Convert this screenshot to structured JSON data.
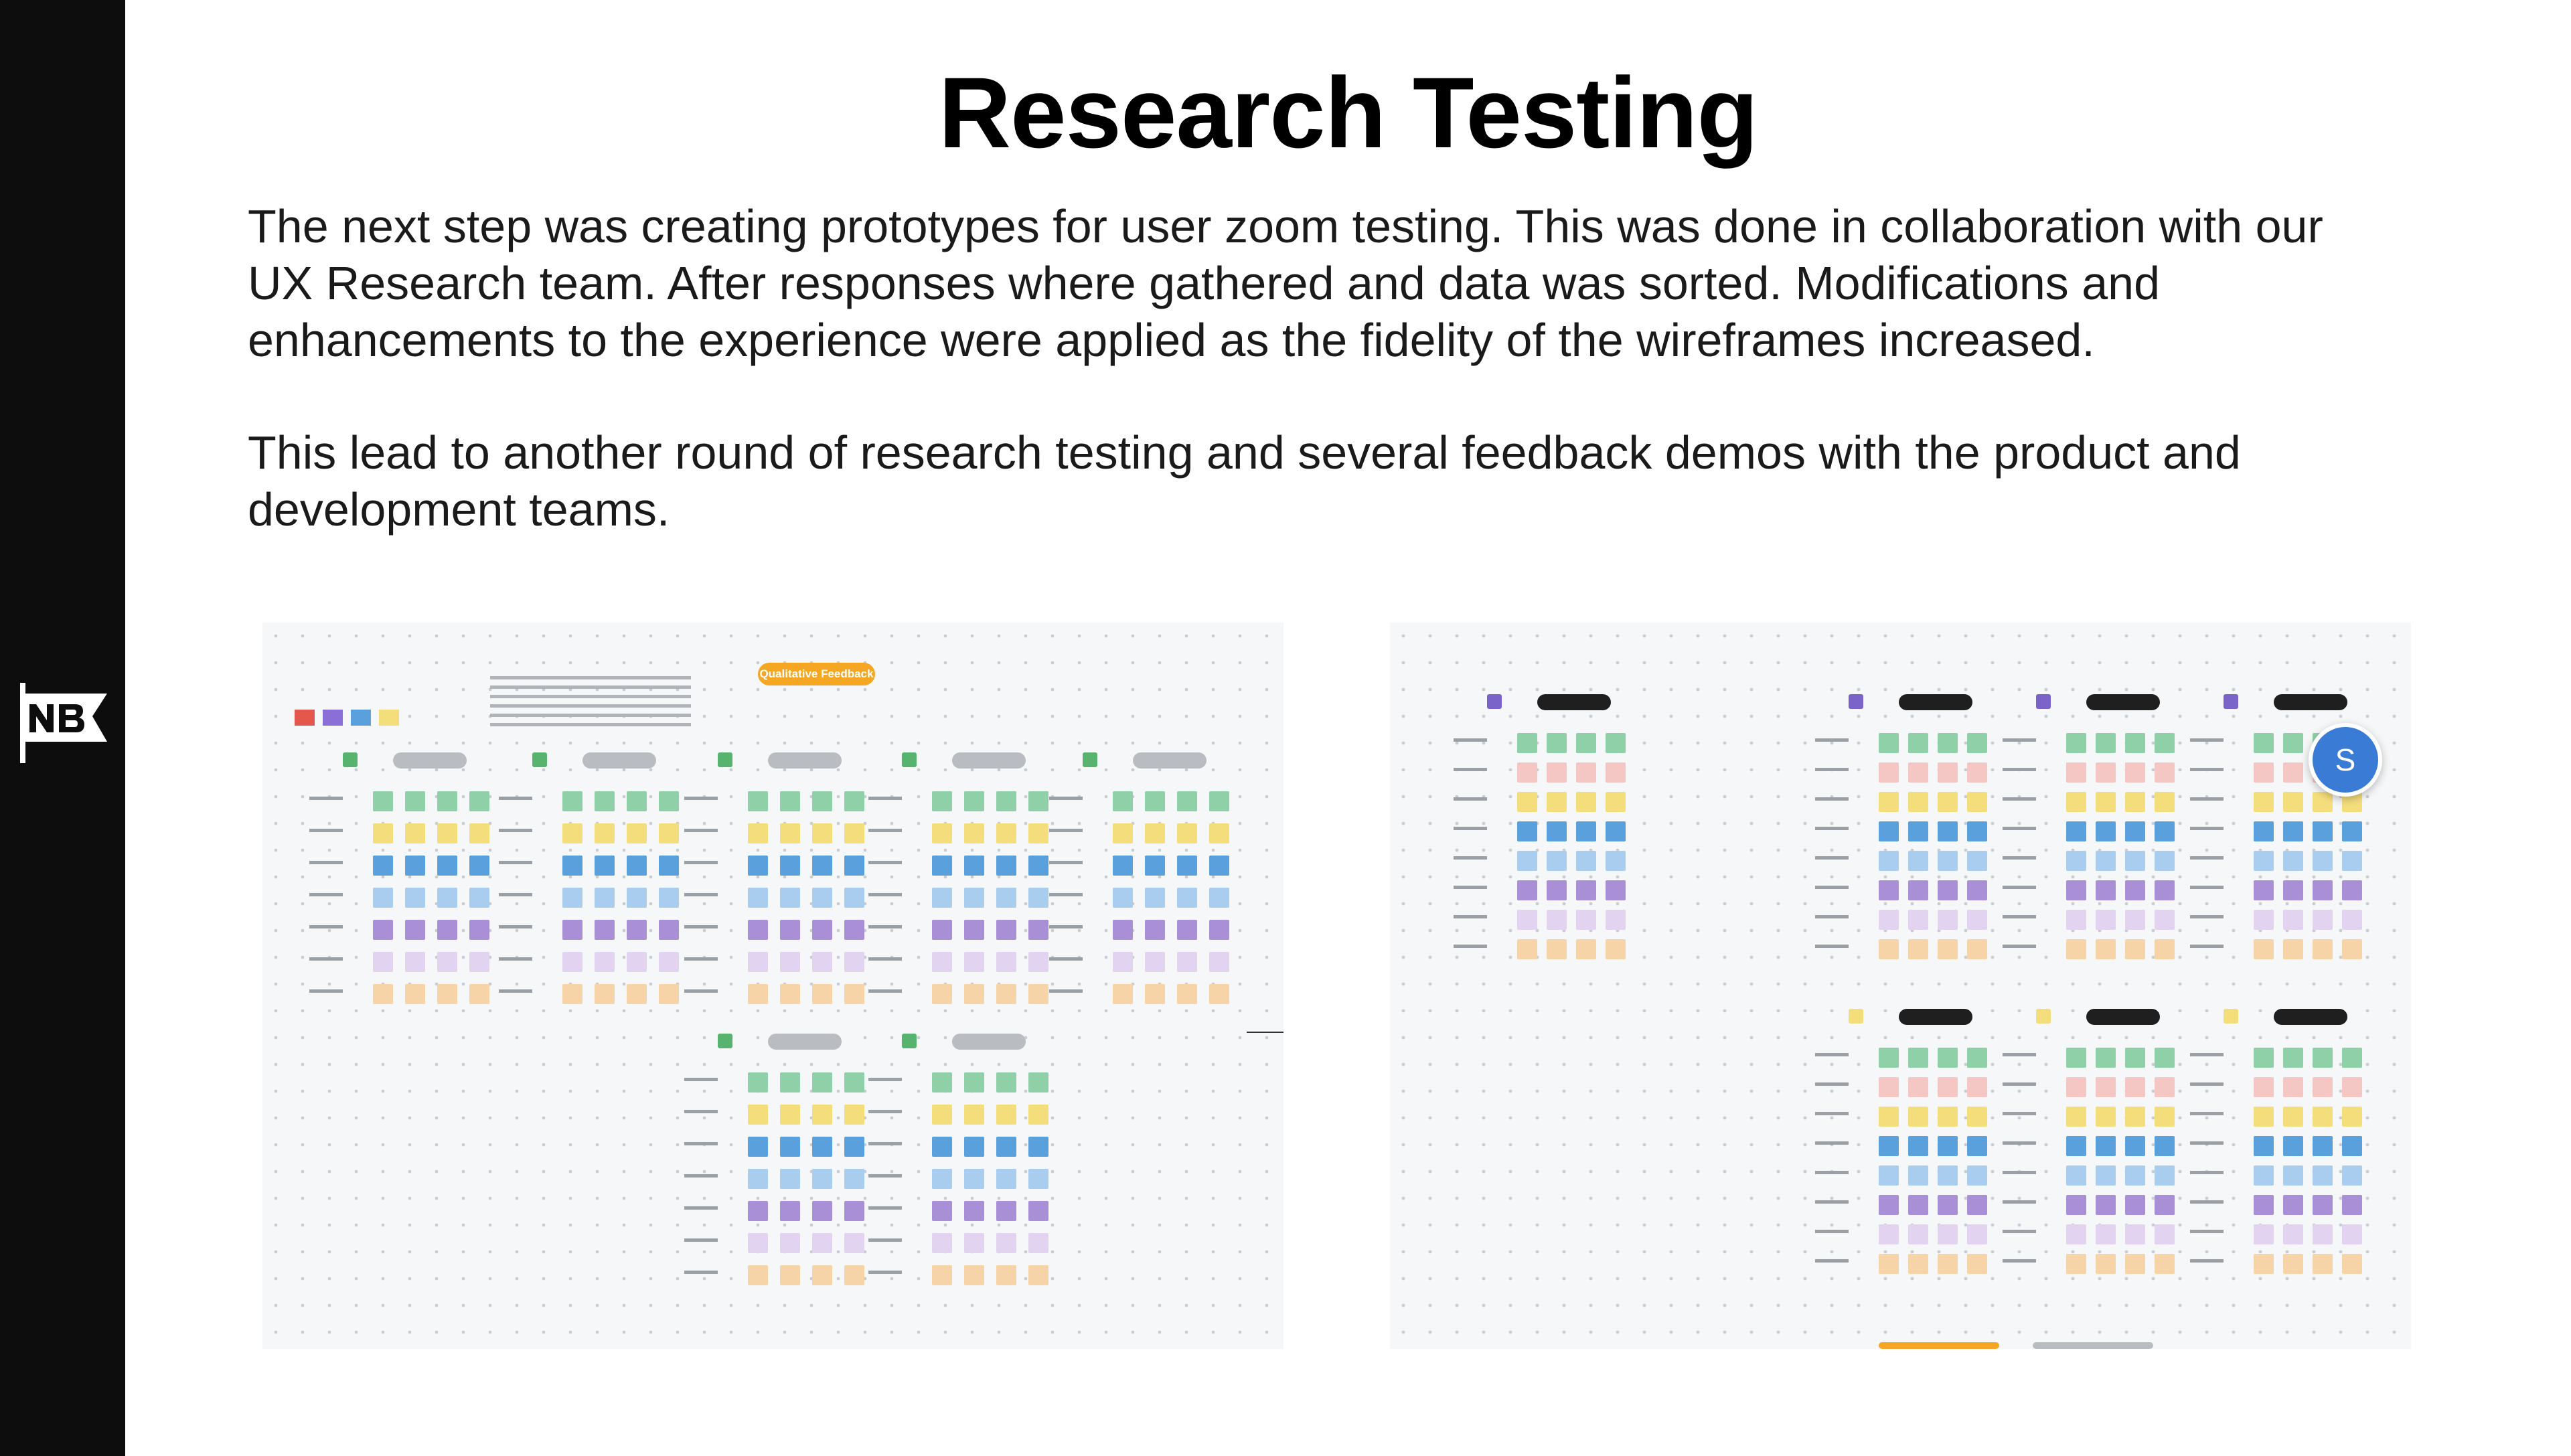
{
  "page": {
    "title": "Research Testing",
    "paragraph_1": "The next step was creating prototypes for user zoom testing. This was done in collaboration with our UX Research team. After responses where gathered and data was sorted. Modifications and enhancements to the experience were applied as the fidelity of the wireframes increased.",
    "paragraph_2": "This lead to another round of research testing and several feedback demos with the product and development teams."
  },
  "logo": {
    "text": "NB",
    "icon": "nb-flag-logo-icon"
  },
  "board_left": {
    "badge": "Qualitative Feedback"
  },
  "board_right": {
    "avatar_initial": "S"
  },
  "colors": {
    "sidebar": "#0d0d0d",
    "badge": "#f5a623",
    "avatar": "#3a7bd5",
    "sticky_rows": [
      "#8fd0a8",
      "#f4de7c",
      "#5aa0dc",
      "#a9cdee",
      "#a98fd6",
      "#e2d4f0",
      "#f7d3a8"
    ],
    "sticky_rows_right": [
      "#8fd0a8",
      "#f4c7c4",
      "#f4de7c",
      "#5aa0dc",
      "#a9cdee",
      "#a98fd6",
      "#e2d4f0",
      "#f7d3a8"
    ]
  }
}
